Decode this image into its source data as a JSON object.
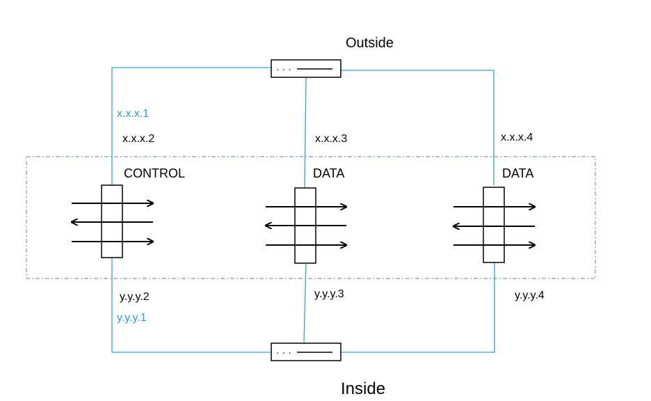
{
  "labels": {
    "outside": "Outside",
    "inside": "Inside",
    "gw_outside": "x.x.x.1",
    "gw_inside": "y.y.y.1"
  },
  "units": [
    {
      "role": "CONTROL",
      "outside_ip": "x.x.x.2",
      "inside_ip": "y.y.y.2"
    },
    {
      "role": "DATA",
      "outside_ip": "x.x.x.3",
      "inside_ip": "y.y.y.3"
    },
    {
      "role": "DATA",
      "outside_ip": "x.x.x.4",
      "inside_ip": "y.y.y.4"
    }
  ],
  "colors": {
    "link": "#29a3db",
    "gateway_label": "#1ea0dc",
    "text": "#000000",
    "cluster_border": "#5b7fa8"
  }
}
